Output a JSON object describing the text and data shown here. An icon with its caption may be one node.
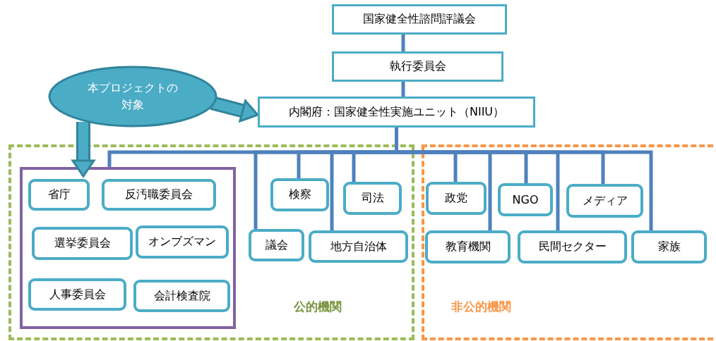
{
  "diagram": {
    "nodes": [
      {
        "text": [
          "国家健全性諮問評議会"
        ]
      },
      {
        "text": [
          "執行委員会"
        ]
      },
      {
        "text": [
          "本プロジェクトの対象"
        ]
      },
      {
        "text": [
          "内閣府：国家健全性実施ユニット（NIIU）"
        ]
      },
      {
        "text": [
          "公的機関"
        ]
      },
      {
        "text": [],
        "shape": "box",
        "in": 4
      },
      {
        "text": [
          "省庁"
        ],
        "in": 5
      },
      {
        "text": [
          "反汚職委員会"
        ],
        "in": 5
      },
      {
        "text": [
          "選挙委員会"
        ],
        "in": 5
      },
      {
        "text": [
          "オンブズマン"
        ],
        "in": 5
      },
      {
        "text": [
          "人事委員会"
        ],
        "in": 5
      },
      {
        "text": [
          "会計検査院"
        ],
        "in": 5
      },
      {
        "text": [
          "検察"
        ],
        "in": 4
      },
      {
        "text": [
          "司法"
        ],
        "in": 4
      },
      {
        "text": [
          "議会"
        ],
        "in": 4
      },
      {
        "text": [
          "地方自治体"
        ],
        "in": 4
      },
      {
        "text": [
          "非公的機関"
        ]
      },
      {
        "text": [
          "政党"
        ],
        "in": 16
      },
      {
        "text": [
          "NGO"
        ],
        "in": 16
      },
      {
        "text": [
          "メディア"
        ],
        "in": 16
      },
      {
        "text": [
          "教育機関"
        ],
        "in": 16
      },
      {
        "text": [
          "民間セクター"
        ],
        "in": 16
      },
      {
        "text": [
          "家族"
        ],
        "in": 16
      }
    ],
    "edges": [
      {
        "from": 0,
        "to": 1,
        "arrow": "none"
      },
      {
        "from": 1,
        "to": 3,
        "arrow": "none"
      },
      {
        "from": 2,
        "to": 3,
        "arrow": "to",
        "style": "thick"
      },
      {
        "from": 2,
        "to": 5,
        "arrow": "to",
        "style": "thick"
      },
      {
        "from": 3,
        "to": 5,
        "arrow": "none"
      },
      {
        "from": 3,
        "to": 14,
        "arrow": "none"
      },
      {
        "from": 3,
        "to": 12,
        "arrow": "none"
      },
      {
        "from": 3,
        "to": 15,
        "arrow": "none"
      },
      {
        "from": 3,
        "to": 13,
        "arrow": "none"
      },
      {
        "from": 3,
        "to": 17,
        "arrow": "none"
      },
      {
        "from": 3,
        "to": 20,
        "arrow": "none"
      },
      {
        "from": 3,
        "to": 18,
        "arrow": "none"
      },
      {
        "from": 3,
        "to": 21,
        "arrow": "none"
      },
      {
        "from": 3,
        "to": 19,
        "arrow": "none"
      },
      {
        "from": 3,
        "to": 22,
        "arrow": "none"
      }
    ]
  }
}
